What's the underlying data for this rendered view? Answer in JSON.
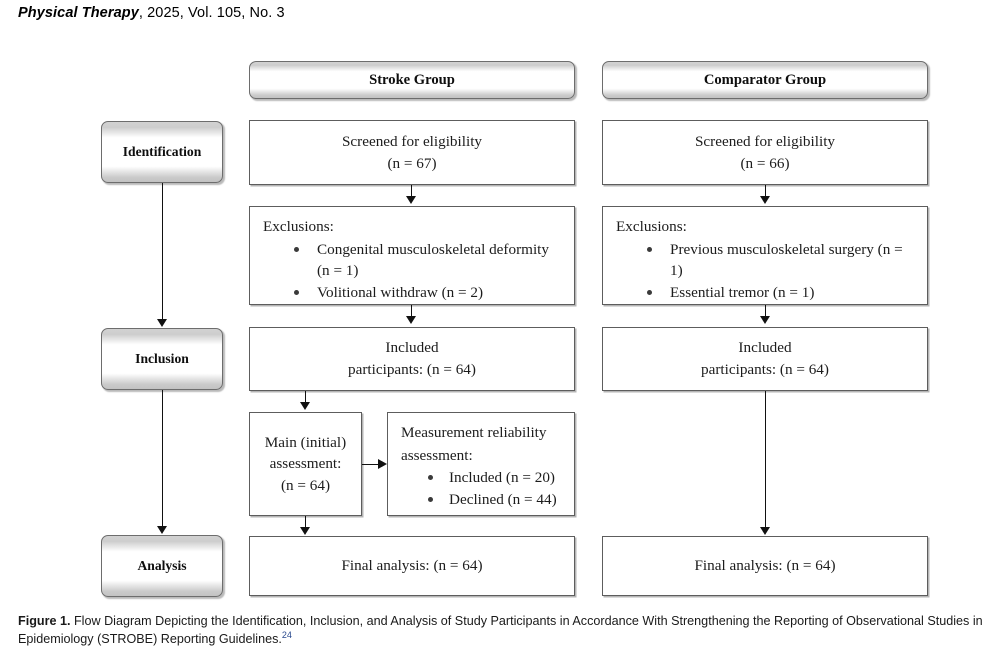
{
  "running_head": {
    "journal": "Physical Therapy",
    "rest": ", 2025, Vol. 105, No. 3"
  },
  "columns": {
    "left_header": "Stroke Group",
    "right_header": "Comparator Group"
  },
  "stages": [
    {
      "label": "Identification"
    },
    {
      "label": "Inclusion"
    },
    {
      "label": "Analysis"
    }
  ],
  "stroke": {
    "screened_line1": "Screened for eligibility",
    "screened_line2": "(n = 67)",
    "exclusions_label": "Exclusions:",
    "exclusions": [
      "Congenital musculoskeletal deformity (n = 1)",
      "Volitional withdraw (n = 2)"
    ],
    "included_line1": "Included",
    "included_line2": "participants: (n = 64)",
    "main_line1": "Main (initial)",
    "main_line2": "assessment:",
    "main_line3": "(n = 64)",
    "reliability_line1": "Measurement reliability",
    "reliability_line2": "assessment:",
    "reliability_items": [
      "Included (n = 20)",
      "Declined (n = 44)"
    ],
    "final_analysis": "Final analysis: (n = 64)"
  },
  "comparator": {
    "screened_line1": "Screened for eligibility",
    "screened_line2": "(n = 66)",
    "exclusions_label": "Exclusions:",
    "exclusions": [
      "Previous musculoskeletal surgery (n = 1)",
      "Essential tremor (n = 1)"
    ],
    "included_line1": "Included",
    "included_line2": "participants: (n = 64)",
    "final_analysis": "Final analysis: (n = 64)"
  },
  "caption": {
    "figure_label": "Figure 1.",
    "text": " Flow Diagram Depicting the Identification, Inclusion, and Analysis of Study Participants in Accordance With Strengthening the Reporting of Observational Studies in Epidemiology (STROBE) Reporting Guidelines.",
    "reference": "24"
  },
  "colors": {
    "box_border": "#5d5d5d",
    "connector": "#111111",
    "banner_gray": "#cdcdcd",
    "reference_blue": "#2b4b8f"
  }
}
